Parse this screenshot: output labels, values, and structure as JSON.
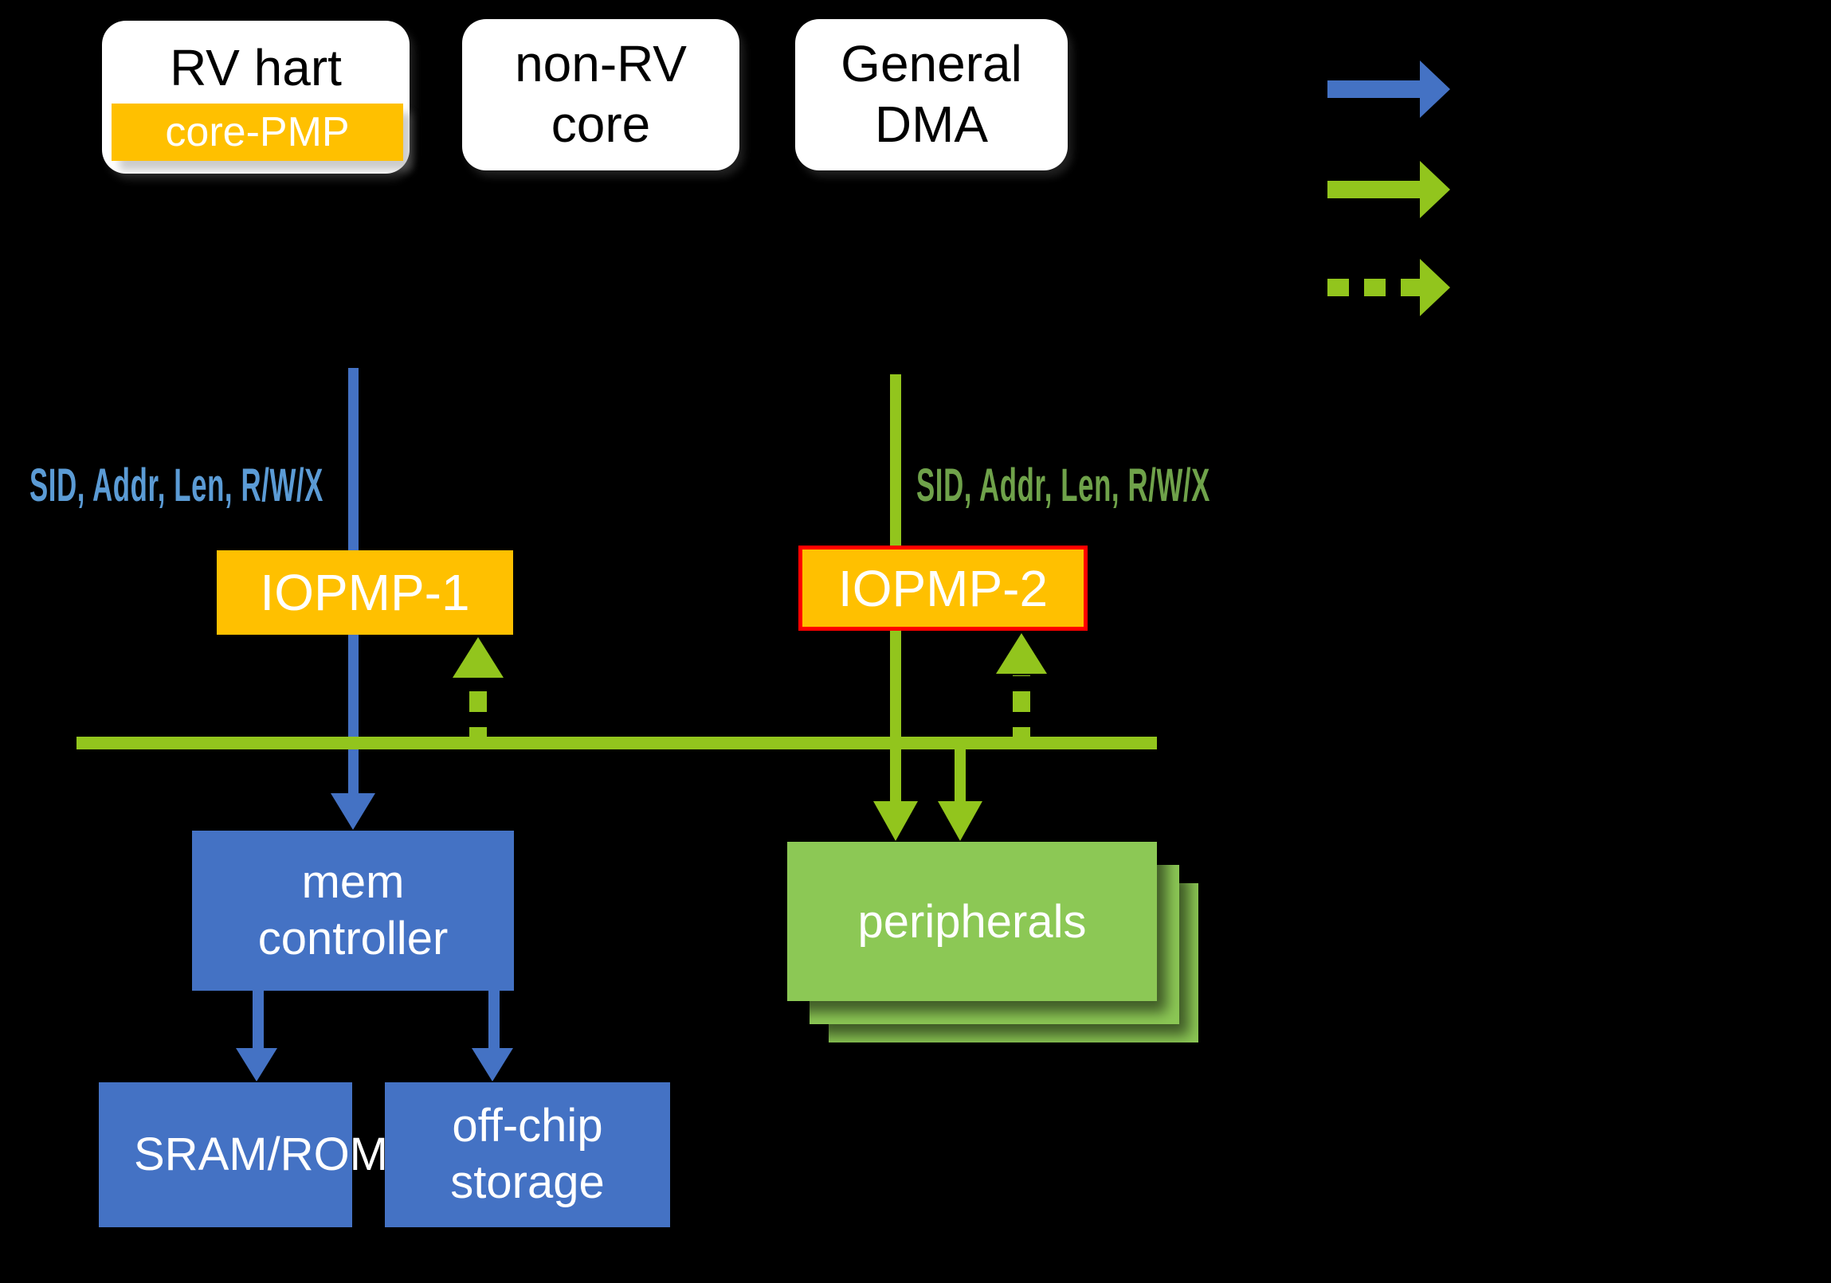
{
  "nodes": {
    "rv_hart": {
      "label": "RV hart",
      "badge": "core-PMP"
    },
    "non_rv_core": {
      "label": "non-RV core"
    },
    "general_dma": {
      "label": "General DMA"
    },
    "iopmp1": {
      "label": "IOPMP-1"
    },
    "iopmp2": {
      "label": "IOPMP-2"
    },
    "mem_controller": {
      "label": "mem controller"
    },
    "sram_rom": {
      "label": "SRAM/ROM"
    },
    "off_chip": {
      "label": "off-chip storage"
    },
    "peripherals": {
      "label": "peripherals"
    }
  },
  "annotations": {
    "cpu_signals": "SID, Addr, Len, R/W/X",
    "dma_signals": "SID, Addr, Len, R/W/X"
  },
  "legend": {
    "items": [
      {
        "name": "blue-solid-arrow",
        "style": "solid",
        "color": "#4472C4"
      },
      {
        "name": "green-solid-arrow",
        "style": "solid",
        "color": "#92C51D"
      },
      {
        "name": "green-dashed-arrow",
        "style": "dashed",
        "color": "#92C51D"
      }
    ]
  },
  "colors": {
    "background": "#000000",
    "box_white": "#FFFFFF",
    "box_blue": "#4472C4",
    "box_orange": "#FFC000",
    "iopmp2_border": "#FF0000",
    "peripherals_green": "#8CC855",
    "flow_green": "#92C51D",
    "signal_text_blue": "#5B9BD5",
    "signal_text_green": "#6FA24A"
  }
}
